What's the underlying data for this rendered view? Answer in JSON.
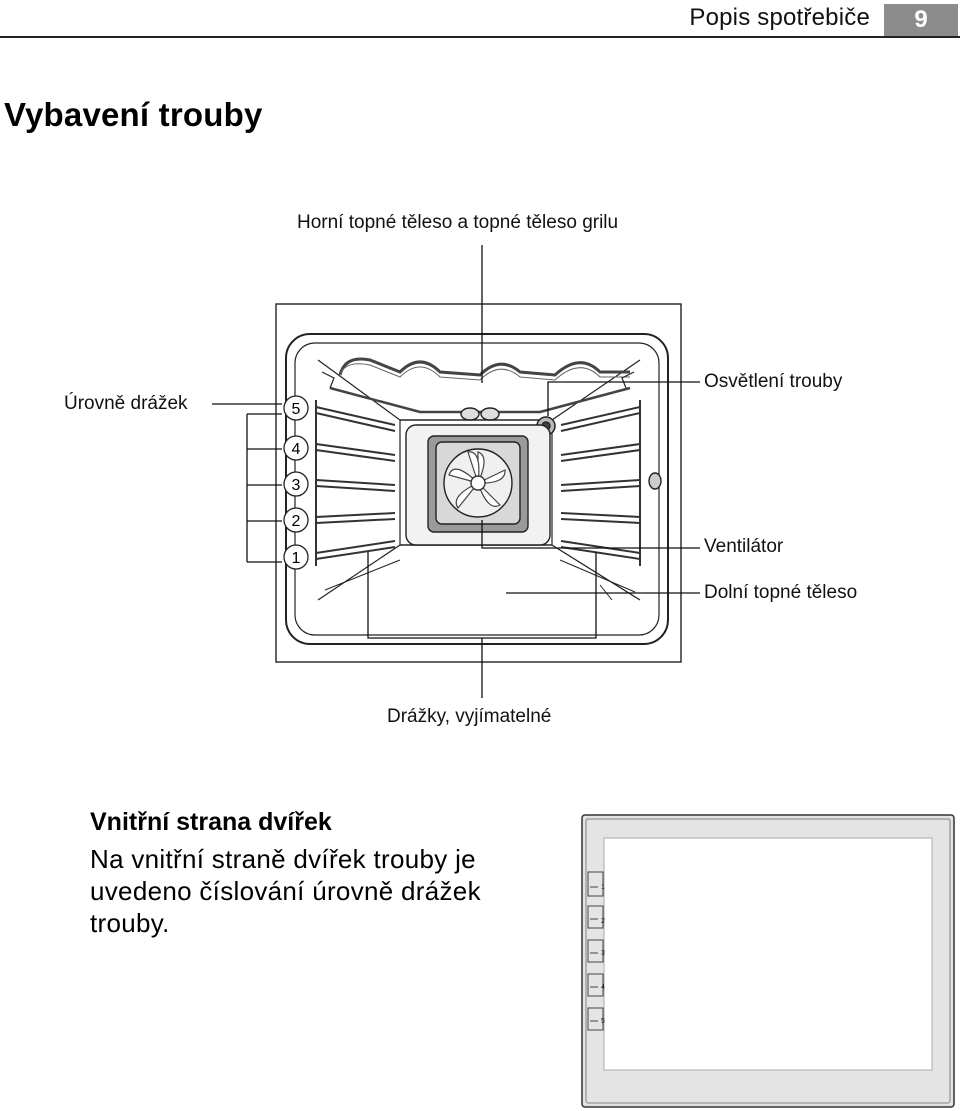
{
  "header": {
    "title": "Popis spotřebiče",
    "page_number": "9"
  },
  "section_title": "Vybavení trouby",
  "diagram": {
    "labels": {
      "top_heater": "Horní topné těleso a topné těleso grilu",
      "shelf_levels": "Úrovně drážek",
      "oven_light": "Osvětlení trouby",
      "fan": "Ventilátor",
      "bottom_heater": "Dolní topné těleso",
      "shelf_supports": "Drážky, vyjímatelné"
    },
    "level_numbers": [
      "5",
      "4",
      "3",
      "2",
      "1"
    ]
  },
  "door_section": {
    "title": "Vnitřní strana dvířek",
    "text": "Na vnitřní straně dvířek trouby je uvedeno číslování úrovně drážek trouby.",
    "level_marks": [
      "1",
      "2",
      "3",
      "4",
      "5"
    ]
  }
}
